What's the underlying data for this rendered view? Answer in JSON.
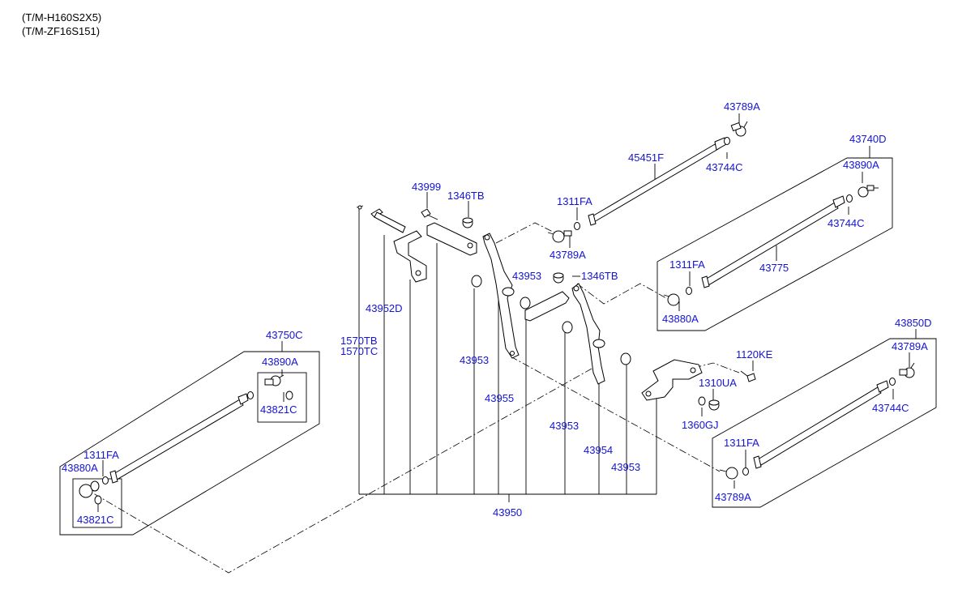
{
  "header": {
    "line1": "(T/M-H160S2X5)",
    "line2": "(T/M-ZF16S151)"
  },
  "labels": {
    "p43789A_top": "43789A",
    "p45451F": "45451F",
    "p43744C_top": "43744C",
    "p43740D": "43740D",
    "p43890A_right": "43890A",
    "p43744C_mid": "43744C",
    "p43775": "43775",
    "p1311FA_right": "1311FA",
    "p43880A_right": "43880A",
    "p43999": "43999",
    "p1346TB_a": "1346TB",
    "p1311FA_top": "1311FA",
    "p43789A_mid": "43789A",
    "p43953_a": "43953",
    "p1346TB_b": "1346TB",
    "p43952D": "43952D",
    "p1570TB": "1570TB",
    "p1570TC": "1570TC",
    "p43953_b": "43953",
    "p43955": "43955",
    "p43953_c": "43953",
    "p43954": "43954",
    "p43953_d": "43953",
    "p43950": "43950",
    "p1120KE": "1120KE",
    "p1310UA": "1310UA",
    "p1360GJ": "1360GJ",
    "p43850D": "43850D",
    "p43789A_br": "43789A",
    "p43744C_br": "43744C",
    "p1311FA_br": "1311FA",
    "p43789A_bot": "43789A",
    "p43750C": "43750C",
    "p43890A_left": "43890A",
    "p43821C_top": "43821C",
    "p1311FA_left": "1311FA",
    "p43880A_left": "43880A",
    "p43821C_bot": "43821C"
  }
}
